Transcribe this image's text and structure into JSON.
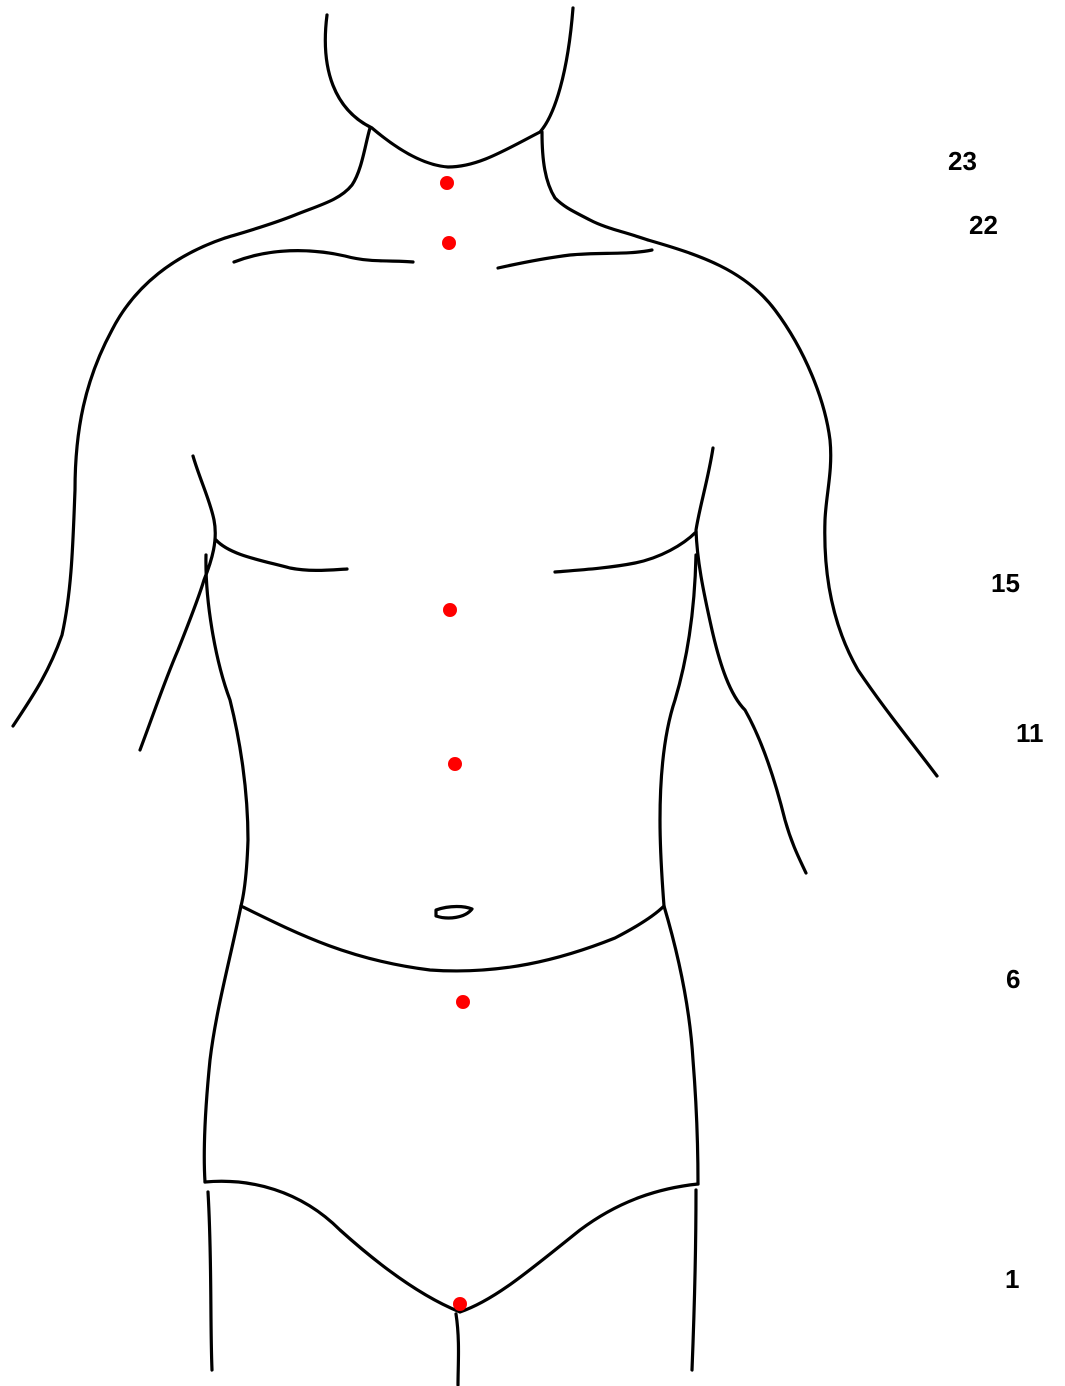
{
  "figure": {
    "line_color": "#000000",
    "marker_color": "#ff0000",
    "points": [
      {
        "label": "23"
      },
      {
        "label": "22"
      },
      {
        "label": "15"
      },
      {
        "label": "11"
      },
      {
        "label": "6"
      },
      {
        "label": "1"
      }
    ]
  }
}
